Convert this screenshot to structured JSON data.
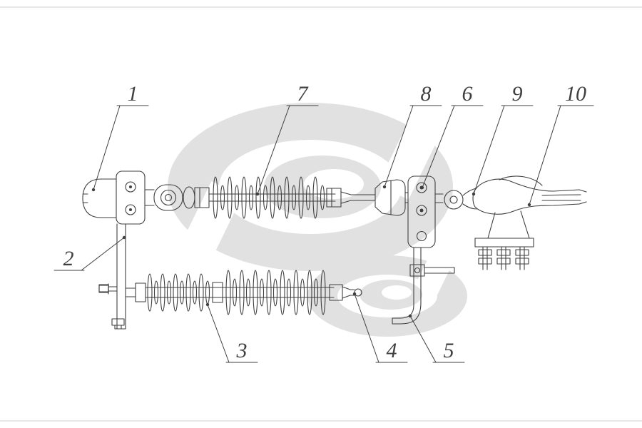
{
  "document": {
    "type": "technical-assembly-drawing",
    "background_color": "#ffffff",
    "line_color": "#3f3f3f",
    "watermark_color": "#d9d9d9",
    "part_labels": [
      {
        "num": "1"
      },
      {
        "num": "2"
      },
      {
        "num": "3"
      },
      {
        "num": "4"
      },
      {
        "num": "5"
      },
      {
        "num": "6"
      },
      {
        "num": "7"
      },
      {
        "num": "8"
      },
      {
        "num": "9"
      },
      {
        "num": "10"
      }
    ]
  }
}
